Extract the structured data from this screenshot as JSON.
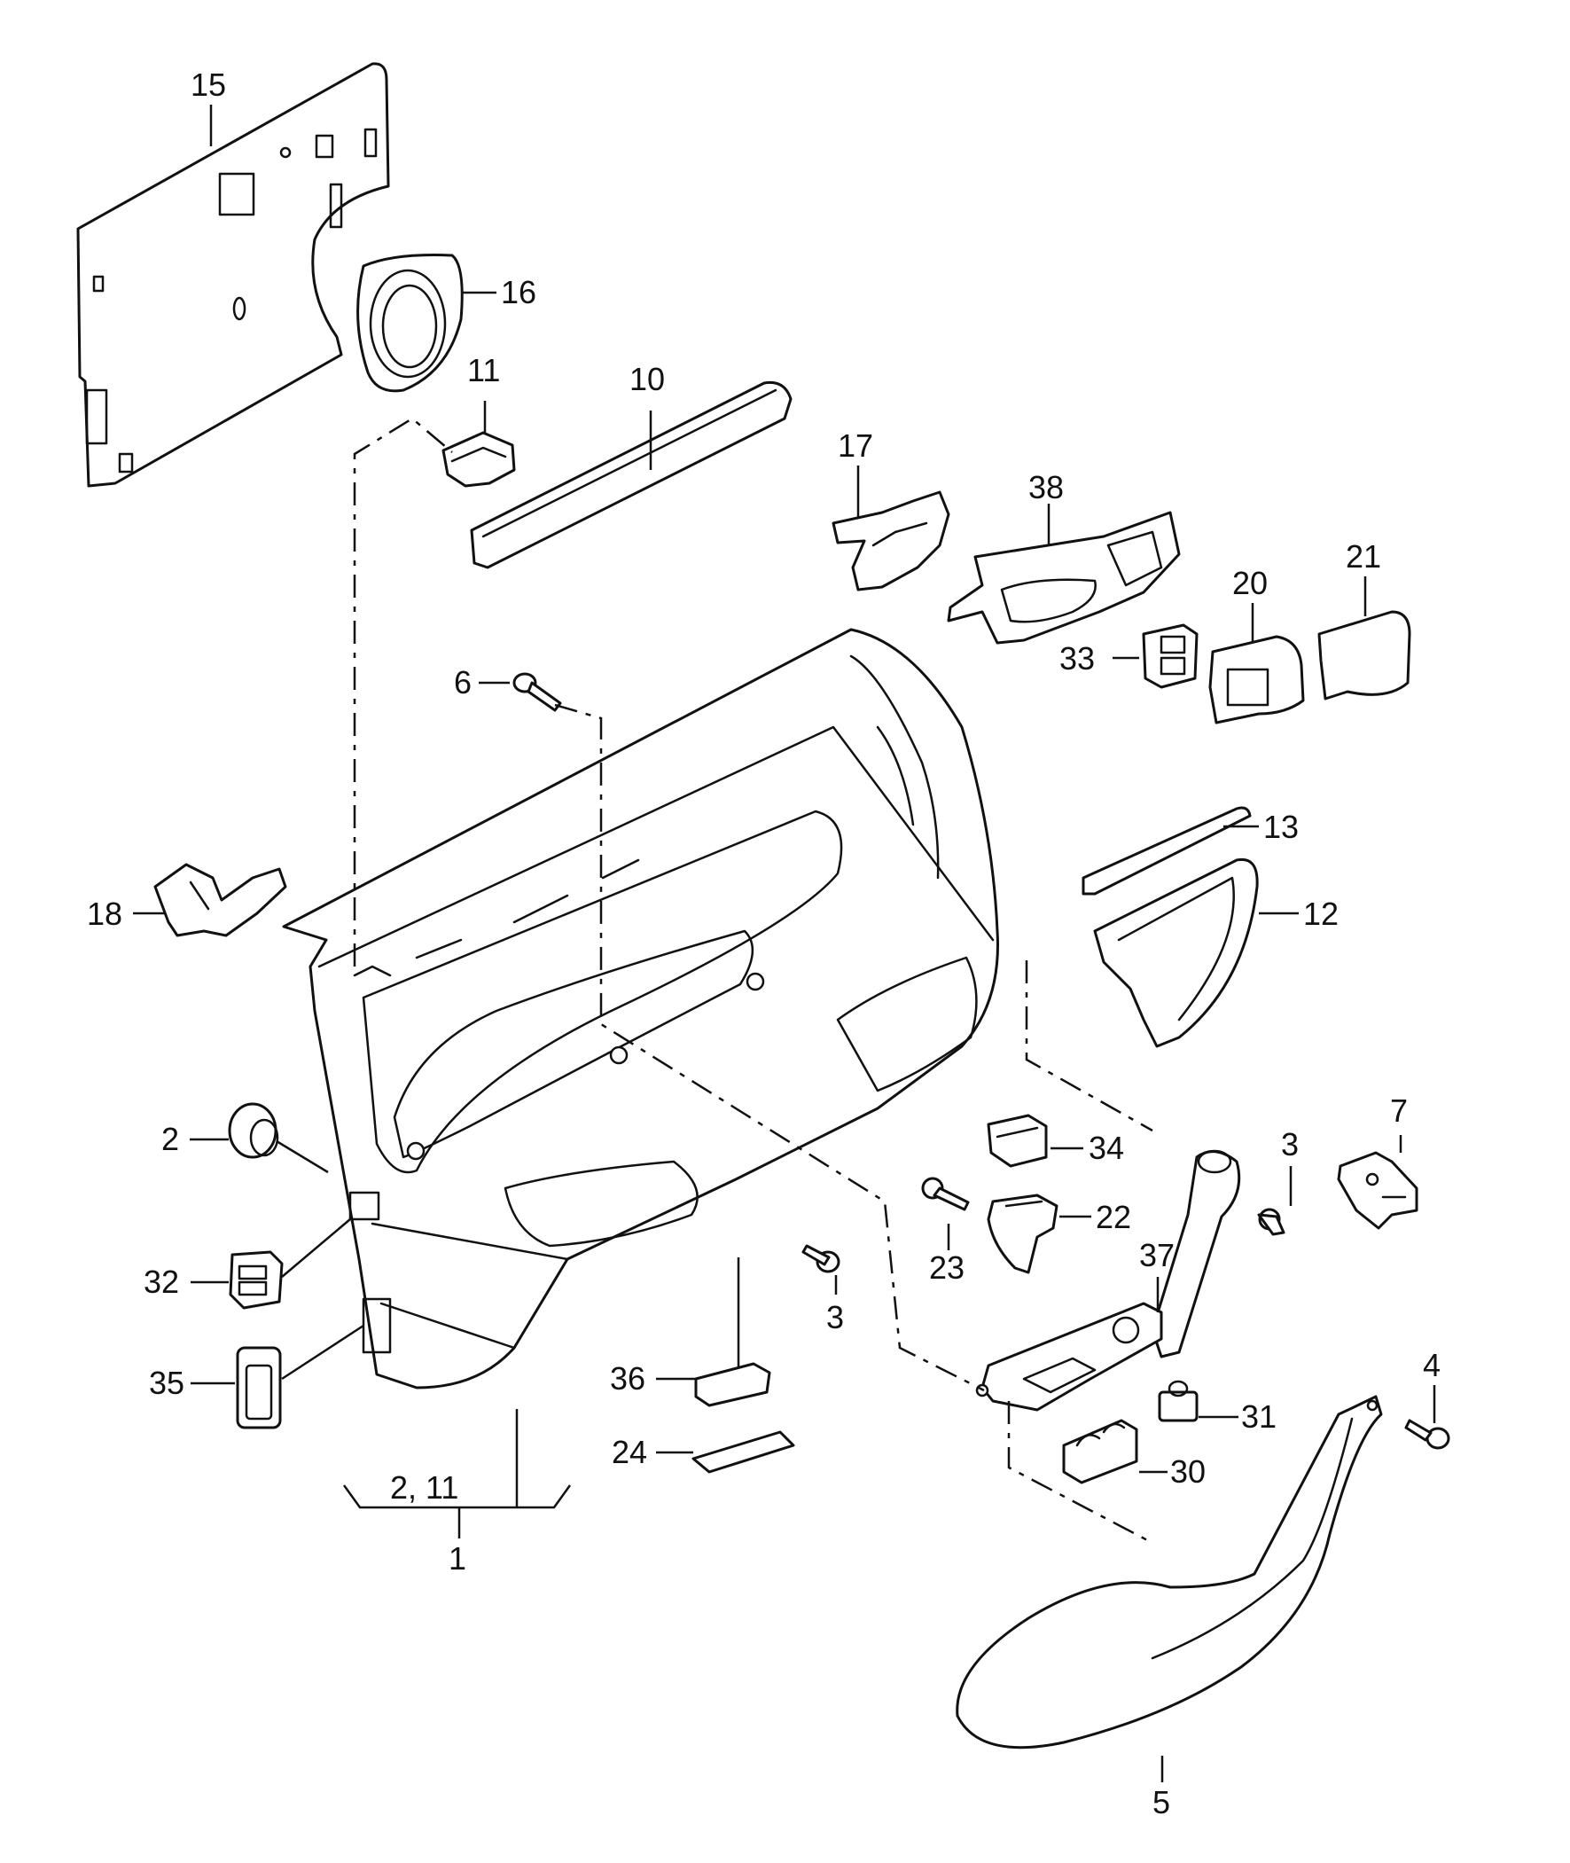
{
  "diagram": {
    "callouts": [
      {
        "id": "c15",
        "text": "15"
      },
      {
        "id": "c16",
        "text": "16"
      },
      {
        "id": "c11",
        "text": "11"
      },
      {
        "id": "c10",
        "text": "10"
      },
      {
        "id": "c17",
        "text": "17"
      },
      {
        "id": "c38",
        "text": "38"
      },
      {
        "id": "c20",
        "text": "20"
      },
      {
        "id": "c21",
        "text": "21"
      },
      {
        "id": "c33",
        "text": "33"
      },
      {
        "id": "c6",
        "text": "6"
      },
      {
        "id": "c13",
        "text": "13"
      },
      {
        "id": "c12",
        "text": "12"
      },
      {
        "id": "c18",
        "text": "18"
      },
      {
        "id": "c2",
        "text": "2"
      },
      {
        "id": "c34",
        "text": "34"
      },
      {
        "id": "c3a",
        "text": "3"
      },
      {
        "id": "c7",
        "text": "7"
      },
      {
        "id": "c22",
        "text": "22"
      },
      {
        "id": "c23",
        "text": "23"
      },
      {
        "id": "c32",
        "text": "32"
      },
      {
        "id": "c3b",
        "text": "3"
      },
      {
        "id": "c37",
        "text": "37"
      },
      {
        "id": "c35",
        "text": "35"
      },
      {
        "id": "c36",
        "text": "36"
      },
      {
        "id": "c4",
        "text": "4"
      },
      {
        "id": "c31",
        "text": "31"
      },
      {
        "id": "c24",
        "text": "24"
      },
      {
        "id": "c30",
        "text": "30"
      },
      {
        "id": "c211",
        "text": "2, 11"
      },
      {
        "id": "c1",
        "text": "1"
      },
      {
        "id": "c5",
        "text": "5"
      }
    ]
  }
}
